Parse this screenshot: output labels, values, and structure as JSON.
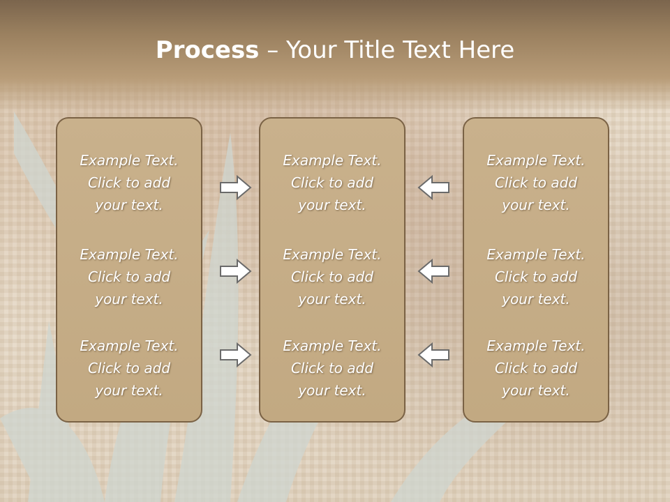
{
  "title": {
    "bold": "Process",
    "rest": " – Your Title Text Here"
  },
  "boxes": [
    {
      "items": [
        "Example Text.\nClick  to add\nyour text.",
        "Example Text.\nClick  to add\nyour text.",
        "Example Text.\nClick  to add\nyour text."
      ]
    },
    {
      "items": [
        "Example Text.\nClick  to add\nyour text.",
        "Example Text.\nClick  to add\nyour text.",
        "Example Text.\nClick  to add\nyour text."
      ]
    },
    {
      "items": [
        "Example Text.\nClick  to add\nyour text.",
        "Example Text.\nClick  to add\nyour text.",
        "Example Text.\nClick  to add\nyour text."
      ]
    }
  ],
  "colors": {
    "box_fill": "#c6ad87",
    "box_border": "#7a6245",
    "header": "#8c7255",
    "text": "#ffffff",
    "arrow": "#ffffff"
  },
  "icons": {
    "left_arrows": "right-arrow-icon",
    "right_arrows": "left-arrow-icon"
  }
}
